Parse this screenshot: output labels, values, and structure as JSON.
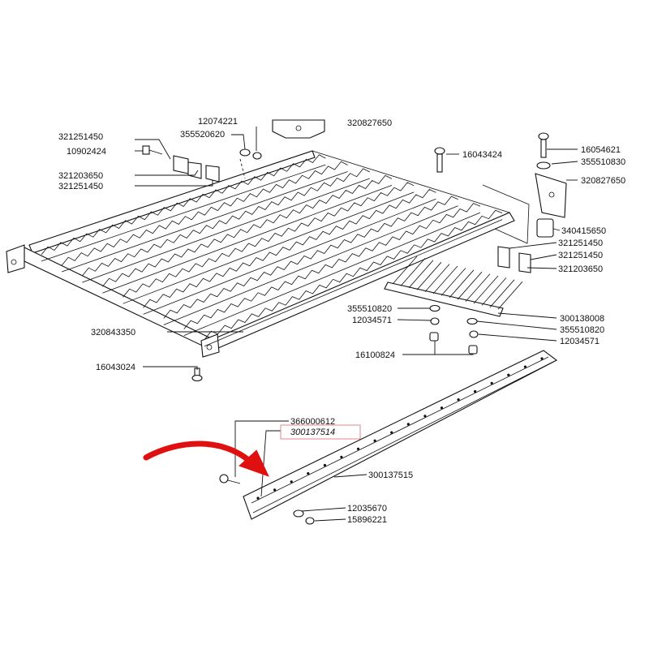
{
  "colors": {
    "line": "#111111",
    "arrow": "#e01010",
    "highlight_box": "#e08a8a",
    "background": "#ffffff"
  },
  "labels": {
    "top_cut_left": "12074221",
    "top_cut_right": "320827650",
    "p321251450_a": "321251450",
    "p10902424": "10902424",
    "p355520620": "355520620",
    "p321203650_a": "321203650",
    "p321251450_b": "321251450",
    "p16043424": "16043424",
    "p16054621": "16054621",
    "p355510830": "355510830",
    "p320827650": "320827650",
    "p340415650": "340415650",
    "p321251450_c": "321251450",
    "p321251450_d": "321251450",
    "p321203650_b": "321203650",
    "p355510820_a": "355510820",
    "p12034571_a": "12034571",
    "p300138008": "300138008",
    "p355510820_b": "355510820",
    "p12034571_b": "12034571",
    "p16100824": "16100824",
    "p320843350": "320843350",
    "p16043024": "16043024",
    "p366000612": "366000612",
    "p300137514": "300137514",
    "p300137515": "300137515",
    "p12035670": "12035670",
    "p15896221": "15896221"
  },
  "icons": {
    "highlight_arrow": "curved-red-arrow-icon"
  }
}
